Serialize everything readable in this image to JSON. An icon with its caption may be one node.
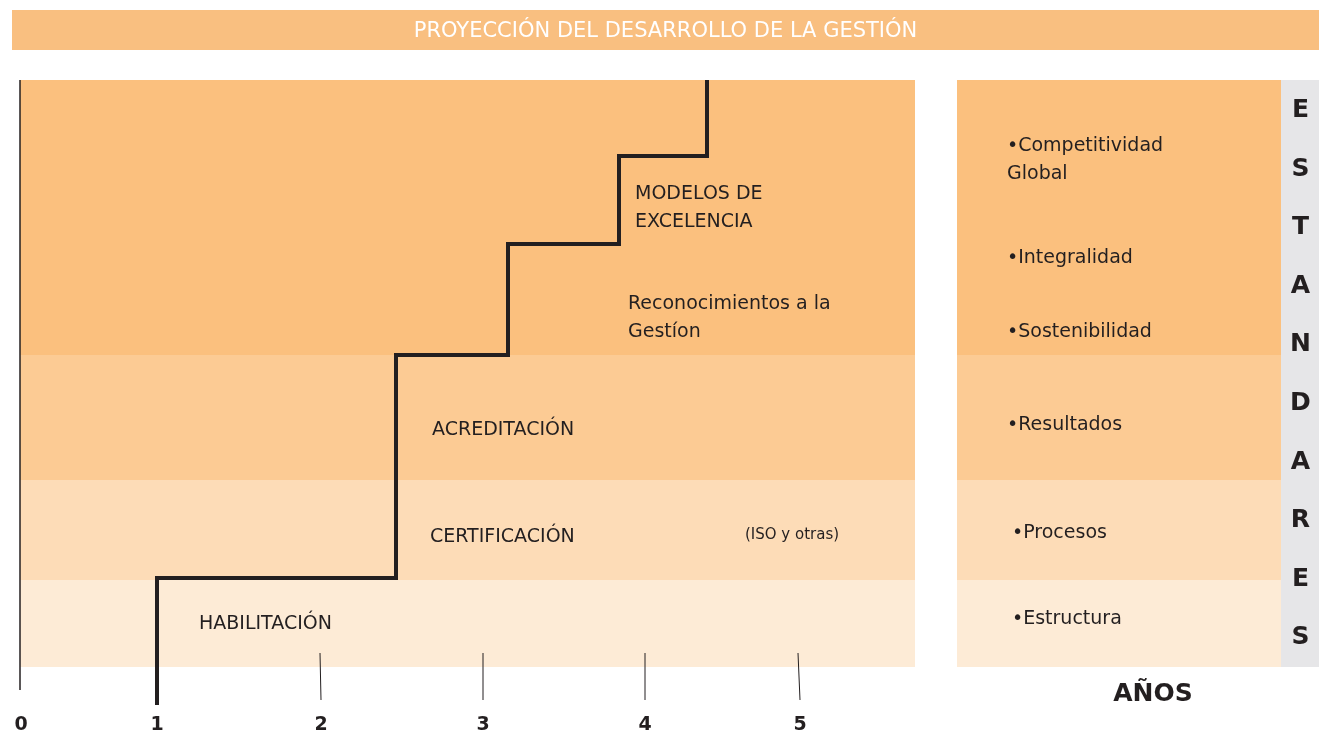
{
  "diagram": {
    "title": "PROYECCIÓN DEL DESARROLLO DE LA GESTIÓN",
    "nodes": [
      {
        "text": [
          "MODELOS DE EXCELENCIA",
          "Reconocimientos a la Gestíon"
        ]
      },
      {
        "text": [
          "ACREDITACIÓN"
        ]
      },
      {
        "text": [
          "CERTIFICACIÓN",
          "(ISO y otras)"
        ]
      },
      {
        "text": [
          "HABILITACIÓN"
        ]
      },
      {
        "text": [
          "•Competitividad Global",
          "•Integralidad",
          "•Sostenibilidad"
        ]
      },
      {
        "text": [
          "•Resultados"
        ]
      },
      {
        "text": [
          "•Procesos"
        ]
      },
      {
        "text": [
          "•Estructura"
        ]
      },
      {
        "text": [
          "ESTANDARES"
        ]
      }
    ],
    "edges": [],
    "labels": [
      "0",
      "1",
      "2",
      "3",
      "4",
      "5",
      "AÑOS"
    ]
  }
}
